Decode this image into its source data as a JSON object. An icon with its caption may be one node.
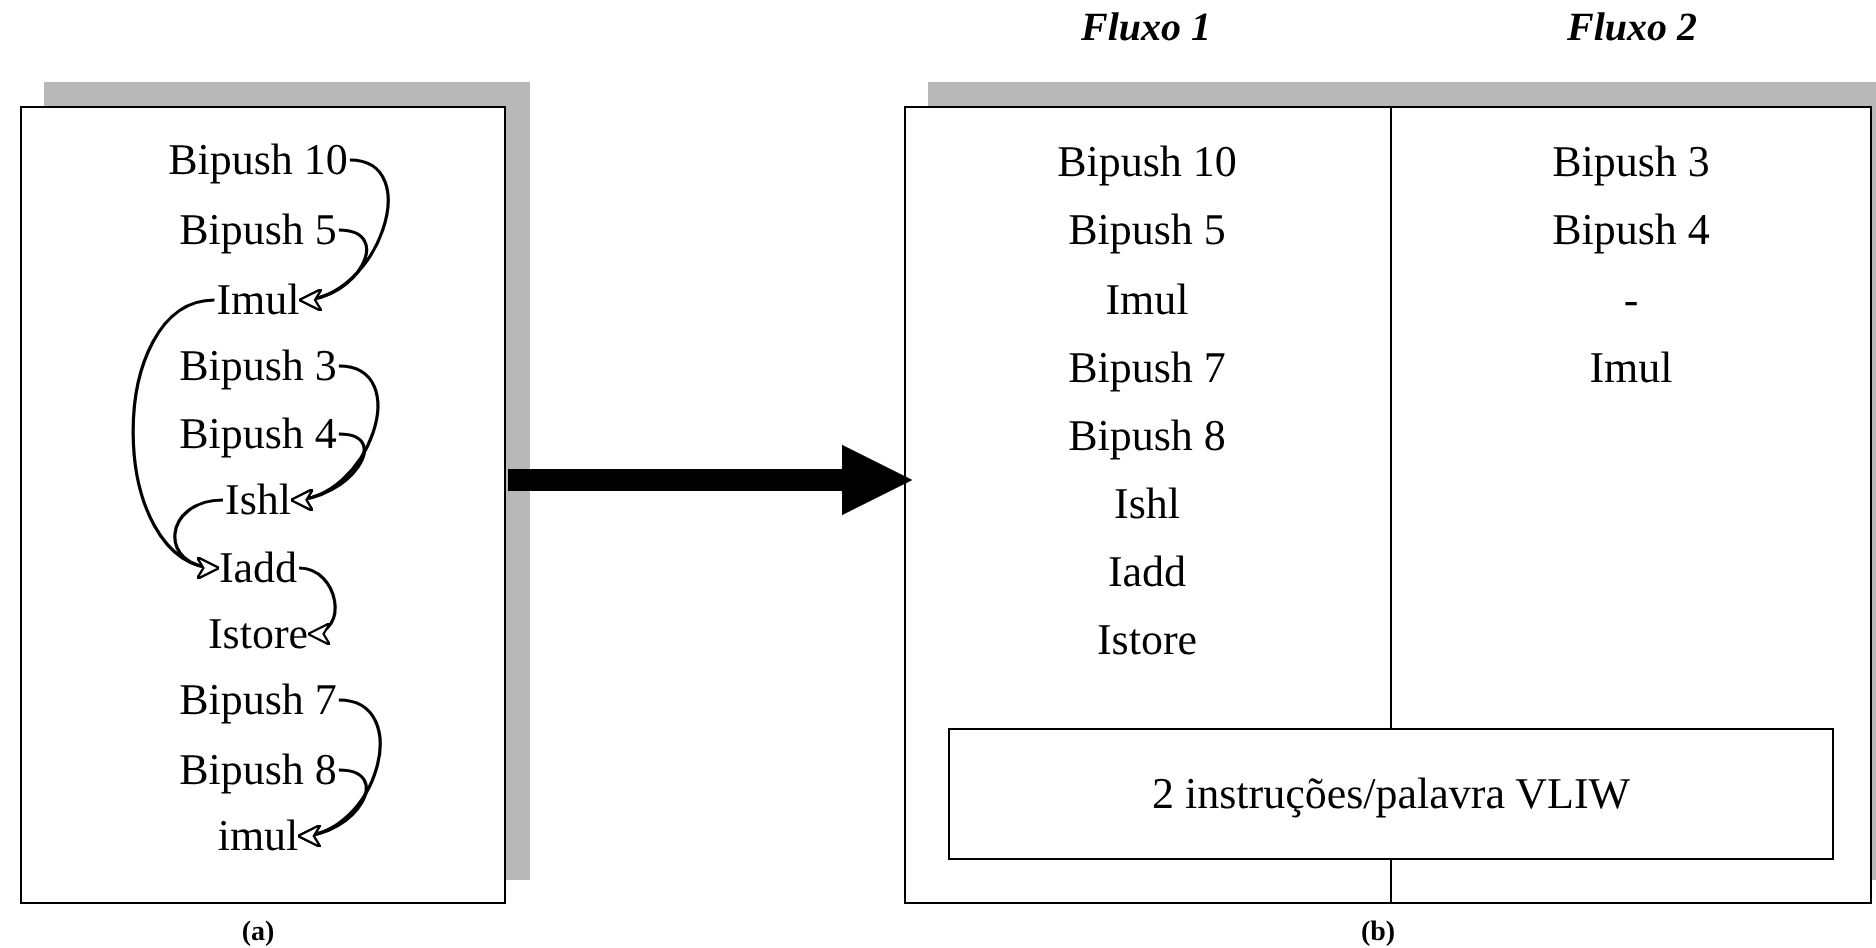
{
  "diagram": {
    "nodes": [
      {
        "text": [],
        "shape": "box",
        "beside": [
          "(a)"
        ]
      },
      {
        "text": [
          "Bipush 10"
        ],
        "in": 0
      },
      {
        "text": [
          "Bipush 5"
        ],
        "in": 0
      },
      {
        "text": [
          "Imul"
        ],
        "in": 0
      },
      {
        "text": [
          "Bipush 3"
        ],
        "in": 0
      },
      {
        "text": [
          "Bipush 4"
        ],
        "in": 0
      },
      {
        "text": [
          "Ishl"
        ],
        "in": 0
      },
      {
        "text": [
          "Iadd"
        ],
        "in": 0
      },
      {
        "text": [
          "Istore"
        ],
        "in": 0
      },
      {
        "text": [
          "Bipush 7"
        ],
        "in": 0
      },
      {
        "text": [
          "Bipush 8"
        ],
        "in": 0
      },
      {
        "text": [
          "imul"
        ],
        "in": 0
      },
      {
        "text": [],
        "shape": "box",
        "beside": [
          "(b)"
        ]
      },
      {
        "text": [
          "Bipush 10",
          "Bipush 5",
          "Imul",
          "Bipush 7",
          "Bipush 8",
          "Ishl",
          "Iadd",
          "Istore"
        ],
        "in": 12
      },
      {
        "text": [
          "Bipush 3",
          "Bipush 4",
          "-",
          "Imul"
        ],
        "in": 12
      },
      {
        "text": [
          "2 instruções/palavra VLIW"
        ],
        "in": 12
      }
    ],
    "edges": [
      {
        "from": 1,
        "to": 3,
        "arrow": "to"
      },
      {
        "from": 2,
        "to": 3,
        "arrow": "to"
      },
      {
        "from": 3,
        "to": 7,
        "arrow": "to"
      },
      {
        "from": 4,
        "to": 6,
        "arrow": "to"
      },
      {
        "from": 5,
        "to": 6,
        "arrow": "to"
      },
      {
        "from": 6,
        "to": 7,
        "arrow": "to"
      },
      {
        "from": 7,
        "to": 8,
        "arrow": "to"
      },
      {
        "from": 9,
        "to": 11,
        "arrow": "to"
      },
      {
        "from": 10,
        "to": 11,
        "arrow": "to"
      },
      {
        "from": 0,
        "to": 12,
        "arrow": "to",
        "style": "thick"
      }
    ],
    "labels": [
      "Fluxo 1",
      "Fluxo 2"
    ]
  }
}
